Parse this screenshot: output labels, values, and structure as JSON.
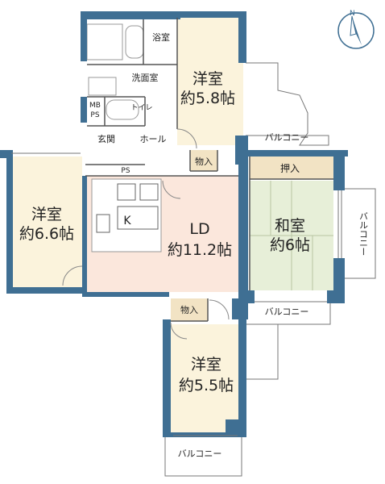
{
  "rooms": {
    "western_top": {
      "name": "洋室",
      "size": "約5.8帖"
    },
    "western_left": {
      "name": "洋室",
      "size": "約6.6帖"
    },
    "western_bottom": {
      "name": "洋室",
      "size": "約5.5帖"
    },
    "ld": {
      "name": "LD",
      "size": "約11.2帖"
    },
    "japanese": {
      "name": "和室",
      "size": "約6帖"
    }
  },
  "labels": {
    "bath": "浴室",
    "washroom": "洗面室",
    "toilet": "トイレ",
    "mb": "MB",
    "ps1": "PS",
    "ps2": "PS",
    "entrance": "玄関",
    "hall": "ホール",
    "kitchen": "K",
    "storage_top": "物入",
    "storage_bottom": "物入",
    "closet": "押入",
    "balcony_top": "バルコニー",
    "balcony_mid": "バルコニー",
    "balcony_bottom": "バルコニー",
    "balcony_right": "バルコニー"
  },
  "compass_icon": "north-compass-icon",
  "colors": {
    "western": "#fbf3dc",
    "ld": "#fbe7dc",
    "japanese": "#e7efd8",
    "storage": "#f2e3c4",
    "wall": "#3f6f93",
    "wet": "#ffffff"
  }
}
